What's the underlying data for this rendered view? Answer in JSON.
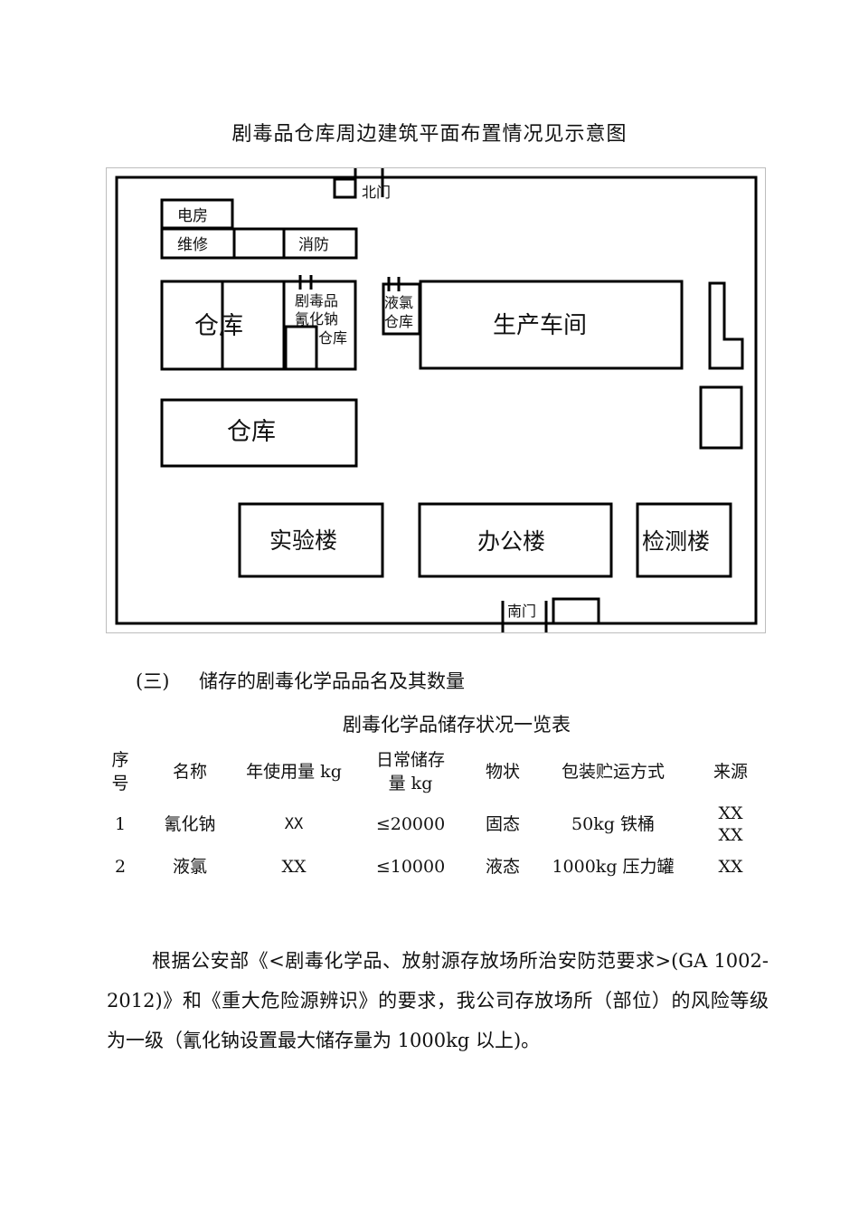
{
  "figure": {
    "title": "剧毒品仓库周边建筑平面布置情况见示意图",
    "labels": {
      "north_gate": "北门",
      "south_gate": "南门",
      "power_room": "电房",
      "repair": "维修",
      "fire": "消防",
      "warehouse_a": "仓库",
      "toxic_line1": "剧毒品",
      "toxic_line2": "氰化钠",
      "toxic_line3": "仓库",
      "chlorine_line1": "液氯",
      "chlorine_line2": "仓库",
      "workshop": "生产车间",
      "warehouse_b": "仓库",
      "lab": "实验楼",
      "office": "办公楼",
      "inspection": "检测楼"
    }
  },
  "section": {
    "number": "(三)",
    "text": "储存的剧毒化学品品名及其数量"
  },
  "table": {
    "title": "剧毒化学品储存状况一览表",
    "headers": {
      "no_line1": "序",
      "no_line2": "号",
      "name": "名称",
      "annual": "年使用量 kg",
      "daily_line1": "日常储存",
      "daily_line2": "量 kg",
      "state": "物状",
      "packaging": "包装贮运方式",
      "source": "来源"
    },
    "rows": [
      {
        "no": "1",
        "name": "氰化钠",
        "annual": "XX",
        "daily": "≤20000",
        "state": "固态",
        "packaging": "50kg 铁桶",
        "source_line1": "XX",
        "source_line2": "XX"
      },
      {
        "no": "2",
        "name": "液氯",
        "annual": "XX",
        "daily": "≤10000",
        "state": "液态",
        "packaging": "1000kg 压力罐",
        "source_line1": "XX"
      }
    ]
  },
  "paragraph": "根据公安部《<剧毒化学品、放射源存放场所治安防范要求>(GA 1002-2012)》和《重大危险源辨识》的要求，我公司存放场所（部位）的风险等级为一级（氰化钠设置最大储存量为 1000kg 以上)。"
}
